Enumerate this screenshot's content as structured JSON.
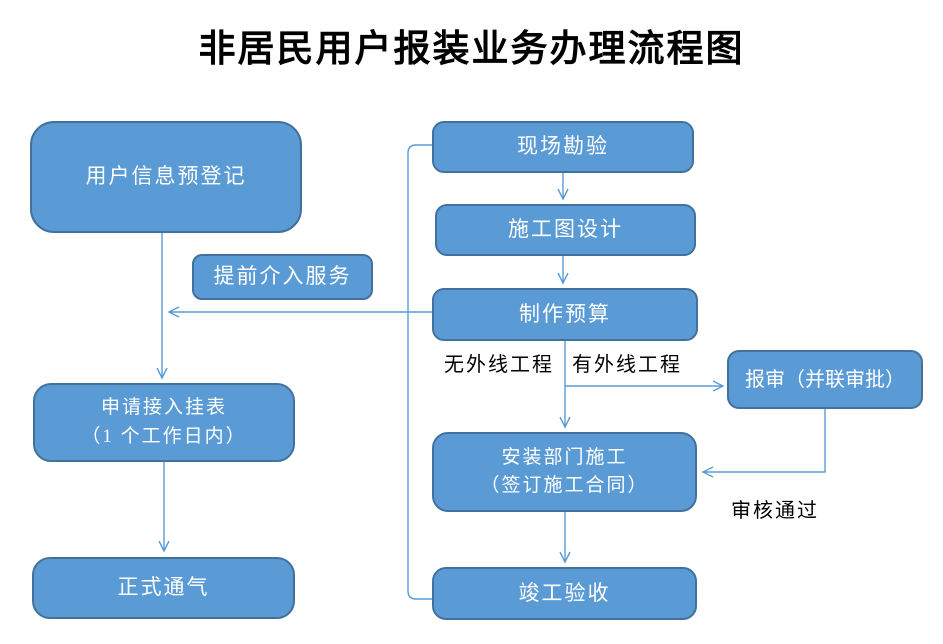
{
  "title": "非居民用户报装业务办理流程图",
  "colors": {
    "node_fill": "#5B9BD5",
    "node_border": "#41719C",
    "connector_line": "#5B9BD5",
    "node_text": "#FFFFFF",
    "label_text": "#000000",
    "background": "#FFFFFF"
  },
  "nodes": [
    {
      "id": "user-info-preregistration",
      "label": "用户信息预登记"
    },
    {
      "id": "early-intervention-service",
      "label": "提前介入服务"
    },
    {
      "id": "apply-meter-connection",
      "label": "申请接入挂表\n（1 个工作日内）"
    },
    {
      "id": "official-gas-supply",
      "label": "正式通气"
    },
    {
      "id": "site-survey",
      "label": "现场勘验"
    },
    {
      "id": "construction-drawing-design",
      "label": "施工图设计"
    },
    {
      "id": "budget-preparation",
      "label": "制作预算"
    },
    {
      "id": "submit-for-approval",
      "label": "报审（并联审批）"
    },
    {
      "id": "installation-dept-construction",
      "label": "安装部门施工\n（签订施工合同）"
    },
    {
      "id": "completion-acceptance",
      "label": "竣工验收"
    }
  ],
  "edge_labels": [
    {
      "id": "no-external-line-works",
      "text": "无外线工程"
    },
    {
      "id": "has-external-line-works",
      "text": "有外线工程"
    },
    {
      "id": "approval-passed",
      "text": "审核通过"
    }
  ]
}
